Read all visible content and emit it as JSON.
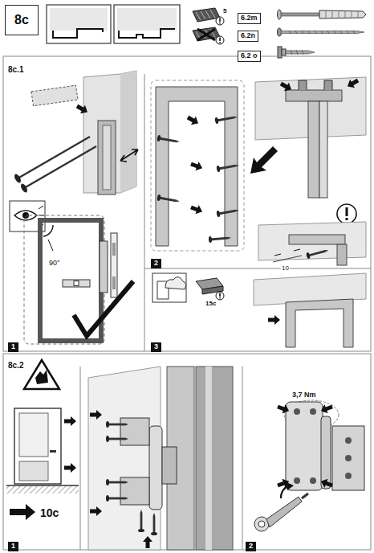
{
  "diagram": {
    "nodes": [
      {
        "text": [
          "8c"
        ]
      }
    ],
    "labels": [
      "5",
      "6.2m",
      "6.2n",
      "6.2 o",
      "8c.1",
      "90°",
      "1",
      "2",
      "10",
      "3",
      "15c",
      "8c.2",
      "1",
      "10c",
      "3,7 Nm",
      "2"
    ]
  }
}
